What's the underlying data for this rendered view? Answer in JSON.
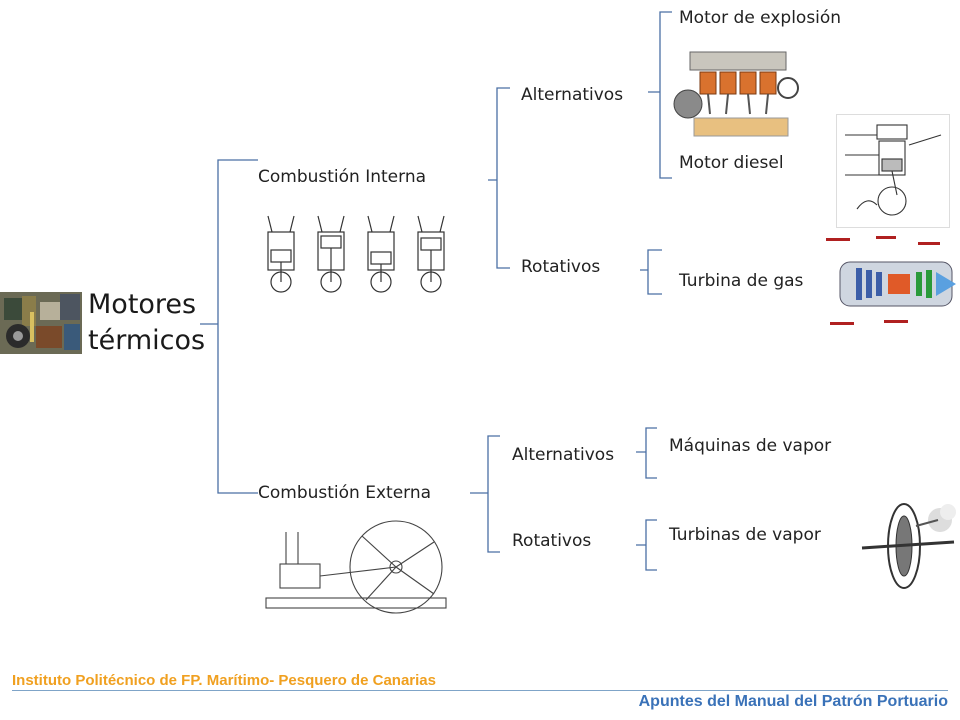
{
  "root": {
    "line1": "Motores",
    "line2": "térmicos"
  },
  "branches": {
    "interna": {
      "label": "Combustión Interna",
      "alternativos": {
        "label": "Alternativos",
        "items": [
          "Motor de explosión",
          "Motor diesel"
        ]
      },
      "rotativos": {
        "label": "Rotativos",
        "items": [
          "Turbina de gas"
        ]
      }
    },
    "externa": {
      "label": "Combustión Externa",
      "alternativos": {
        "label": "Alternativos",
        "items": [
          "Máquinas de vapor"
        ]
      },
      "rotativos": {
        "label": "Rotativos",
        "items": [
          "Turbinas de vapor"
        ]
      }
    }
  },
  "footer": {
    "institute": "Instituto Politécnico de FP. Marítimo- Pesquero de Canarias",
    "subtitle": "Apuntes del Manual del Patrón Portuario"
  },
  "colors": {
    "bracket": "#4a6fa5",
    "footer_orange": "#f0a020",
    "footer_blue": "#3a72b8"
  }
}
